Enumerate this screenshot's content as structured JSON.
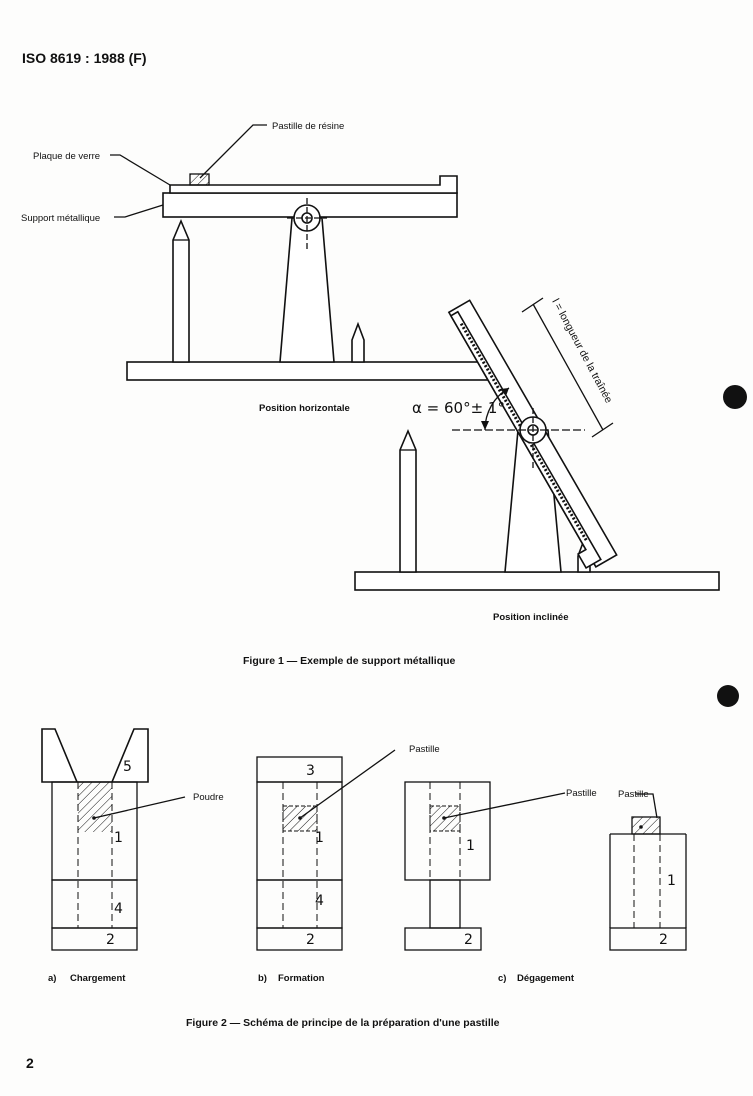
{
  "header": {
    "standard": "ISO 8619 : 1988 (F)"
  },
  "figure1": {
    "labels": {
      "pastille_resine": "Pastille de résine",
      "plaque_verre": "Plaque de verre",
      "support_metallique": "Support métallique",
      "angle": "α = 60°± 1°",
      "longueur": "l = longueur de la traînée"
    },
    "position_horizontale": "Position horizontale",
    "position_inclinee": "Position inclinée",
    "caption": "Figure 1 — Exemple de support métallique"
  },
  "figure2": {
    "labels": {
      "poudre": "Poudre",
      "pastille_b": "Pastille",
      "pastille_c": "Pastille",
      "pastille_d": "Pastille"
    },
    "numbers": {
      "a": [
        "5",
        "1",
        "4",
        "2"
      ],
      "b": [
        "3",
        "1",
        "4",
        "2"
      ],
      "c": [
        "1",
        "2"
      ],
      "d": [
        "1",
        "2"
      ]
    },
    "subcaptions": {
      "a_letter": "a)",
      "a_text": "Chargement",
      "b_letter": "b)",
      "b_text": "Formation",
      "c_letter": "c)",
      "c_text": "Dégagement"
    },
    "caption": "Figure 2 — Schéma de principe de la préparation d'une pastille"
  },
  "footer": {
    "page_number": "2"
  }
}
